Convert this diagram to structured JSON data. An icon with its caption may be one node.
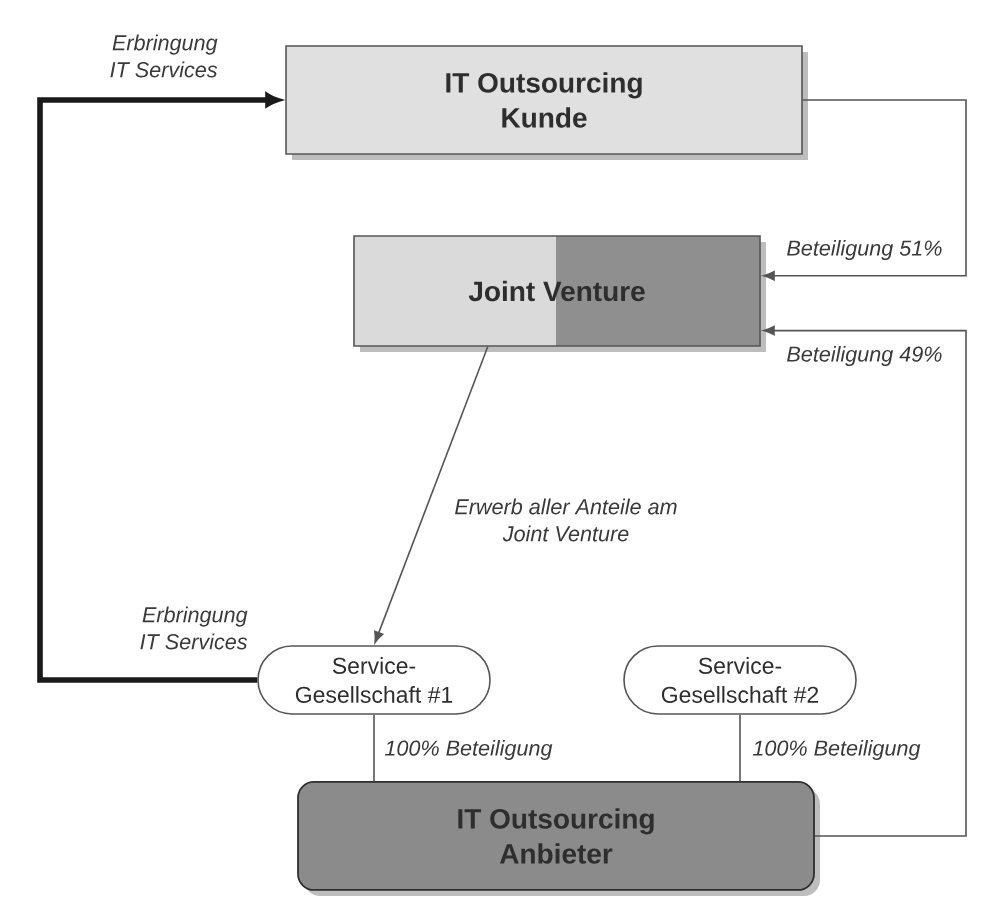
{
  "diagram": {
    "nodes": [
      {
        "text": [
          "IT Outsourcing Kunde"
        ]
      },
      {
        "text": [
          "Joint Venture"
        ]
      },
      {
        "text": [
          "Service- Gesellschaft #1"
        ]
      },
      {
        "text": [
          "Service- Gesellschaft #2"
        ]
      },
      {
        "text": [
          "IT Outsourcing Anbieter"
        ]
      }
    ],
    "edges": [
      {
        "from": 2,
        "to": 0,
        "arrow": "to",
        "label": "Erbringung IT Services",
        "style": "thick",
        "color": "#1a1a1a"
      },
      {
        "from": 0,
        "to": 1,
        "arrow": "to",
        "label": "Beteiligung 51%"
      },
      {
        "from": 4,
        "to": 1,
        "arrow": "to",
        "label": "Beteiligung 49%"
      },
      {
        "from": 1,
        "to": 2,
        "arrow": "to",
        "label": "Erwerb aller Anteile am Joint Venture"
      },
      {
        "from": 4,
        "to": 2,
        "arrow": "none",
        "label": "100% Beteiligung"
      },
      {
        "from": 4,
        "to": 3,
        "arrow": "none",
        "label": "100% Beteiligung"
      }
    ],
    "labels": [
      "Erbringung IT Services"
    ]
  }
}
